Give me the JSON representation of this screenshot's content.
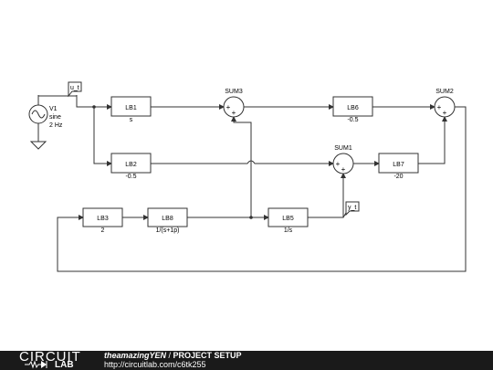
{
  "source": {
    "name": "V1",
    "type": "sine",
    "freq": "2 Hz"
  },
  "nets": {
    "u": "u_t",
    "y": "y_t"
  },
  "blocks": {
    "lb1": {
      "name": "LB1",
      "value": "s"
    },
    "lb2": {
      "name": "LB2",
      "value": "-0.5"
    },
    "lb3": {
      "name": "LB3",
      "value": "2"
    },
    "lb8": {
      "name": "LB8",
      "value": "1/(s+1p)"
    },
    "lb5": {
      "name": "LB5",
      "value": "1/s"
    },
    "lb6": {
      "name": "LB6",
      "value": "-0.5"
    },
    "lb7": {
      "name": "LB7",
      "value": "-20"
    }
  },
  "sums": {
    "sum1": "SUM1",
    "sum2": "SUM2",
    "sum3": "SUM3"
  },
  "signs": {
    "plus": "+"
  },
  "footer": {
    "logo_top": "CIRCUIT",
    "logo_bottom": "LAB",
    "author": "theamazingYEN",
    "separator": " / ",
    "project": "PROJECT SETUP",
    "url": "http://circuitlab.com/c6tk255"
  }
}
